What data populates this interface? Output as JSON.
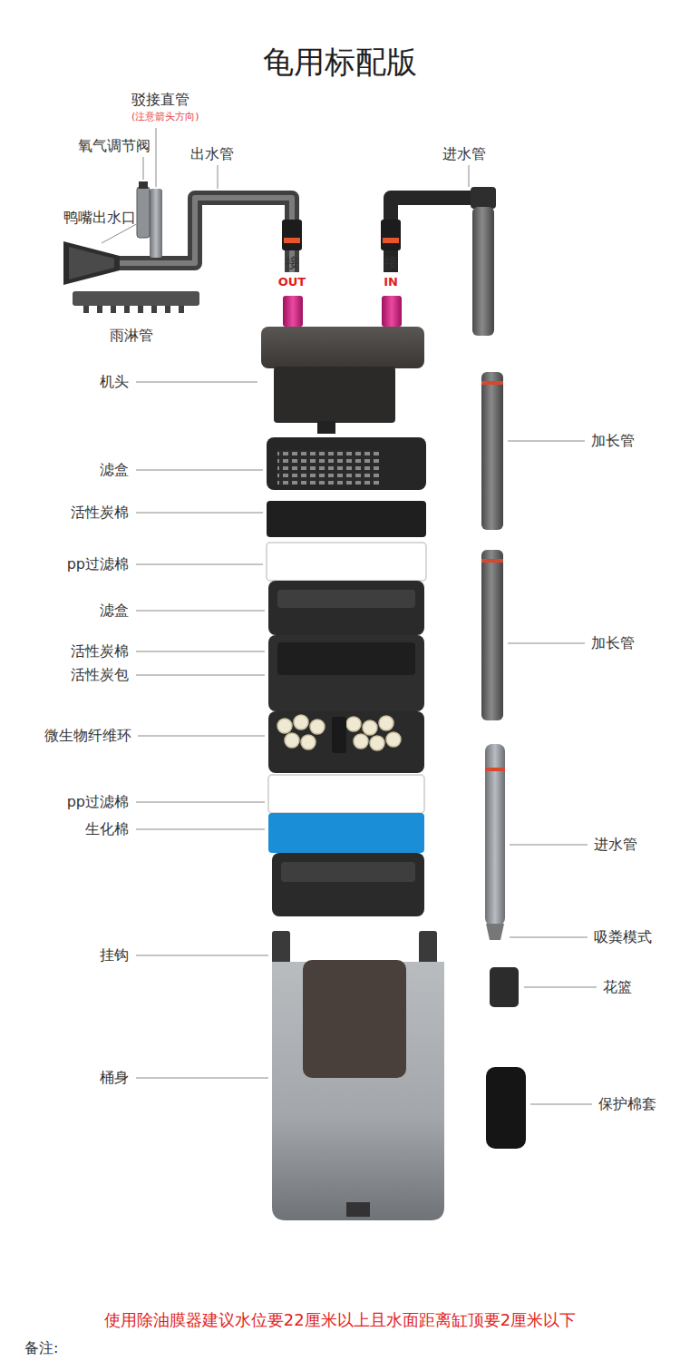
{
  "diagram": {
    "title": "龟用标配版",
    "labels": [
      "驳接直管",
      "(注意箭头方向)",
      "氧气调节阀",
      "出水管",
      "进水管",
      "鸭嘴出水口",
      "接",
      "OUT",
      "接",
      "IN",
      "雨淋管",
      "机头",
      "加长管",
      "滤盒",
      "活性炭棉",
      "pp过滤棉",
      "滤盒",
      "加长管",
      "活性炭棉",
      "活性炭包",
      "微生物纤维环",
      "pp过滤棉",
      "生化棉",
      "进水管",
      "吸粪模式",
      "挂钩",
      "花篮",
      "桶身",
      "保护棉套",
      "使用除油膜器建议水位要22厘米以上且水面距离缸顶要2厘米以下",
      "备注:"
    ]
  }
}
